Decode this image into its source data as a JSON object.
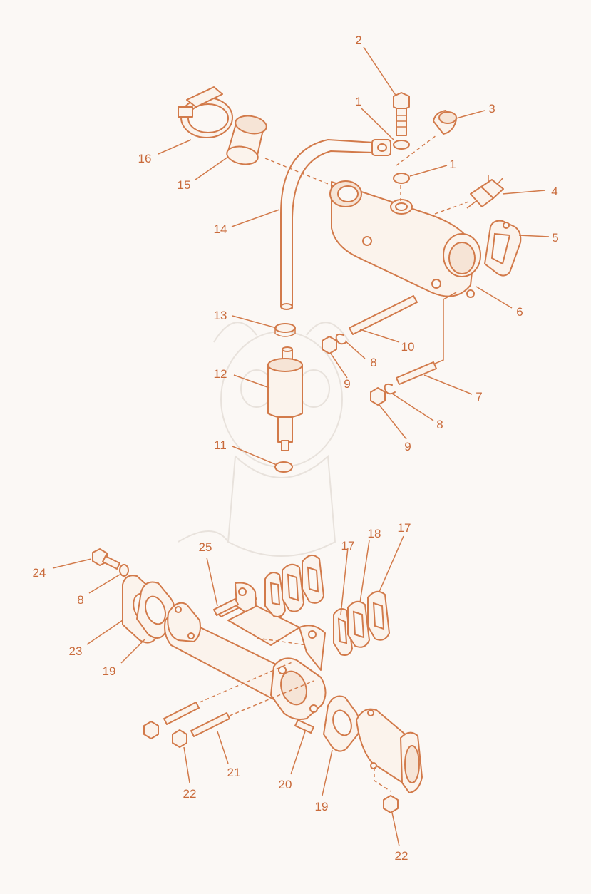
{
  "diagram": {
    "colors": {
      "line": "#d27a4a",
      "label": "#c96a3a",
      "background": "#fbf8f5"
    },
    "callouts": [
      {
        "id": "c2a",
        "text": "2"
      },
      {
        "id": "c1a",
        "text": "1"
      },
      {
        "id": "c3",
        "text": "3"
      },
      {
        "id": "c1b",
        "text": "1"
      },
      {
        "id": "c4",
        "text": "4"
      },
      {
        "id": "c5",
        "text": "5"
      },
      {
        "id": "c16",
        "text": "16"
      },
      {
        "id": "c15",
        "text": "15"
      },
      {
        "id": "c14",
        "text": "14"
      },
      {
        "id": "c6",
        "text": "6"
      },
      {
        "id": "c13",
        "text": "13"
      },
      {
        "id": "c10",
        "text": "10"
      },
      {
        "id": "c8a",
        "text": "8"
      },
      {
        "id": "c9a",
        "text": "9"
      },
      {
        "id": "c12",
        "text": "12"
      },
      {
        "id": "c7",
        "text": "7"
      },
      {
        "id": "c8b",
        "text": "8"
      },
      {
        "id": "c9b",
        "text": "9"
      },
      {
        "id": "c11",
        "text": "11"
      },
      {
        "id": "c25",
        "text": "25"
      },
      {
        "id": "c18",
        "text": "18"
      },
      {
        "id": "c17a",
        "text": "17"
      },
      {
        "id": "c17b",
        "text": "17"
      },
      {
        "id": "c24",
        "text": "24"
      },
      {
        "id": "c8c",
        "text": "8"
      },
      {
        "id": "c23",
        "text": "23"
      },
      {
        "id": "c19a",
        "text": "19"
      },
      {
        "id": "c21",
        "text": "21"
      },
      {
        "id": "c22a",
        "text": "22"
      },
      {
        "id": "c20",
        "text": "20"
      },
      {
        "id": "c19b",
        "text": "19"
      },
      {
        "id": "c22b",
        "text": "22"
      }
    ]
  }
}
